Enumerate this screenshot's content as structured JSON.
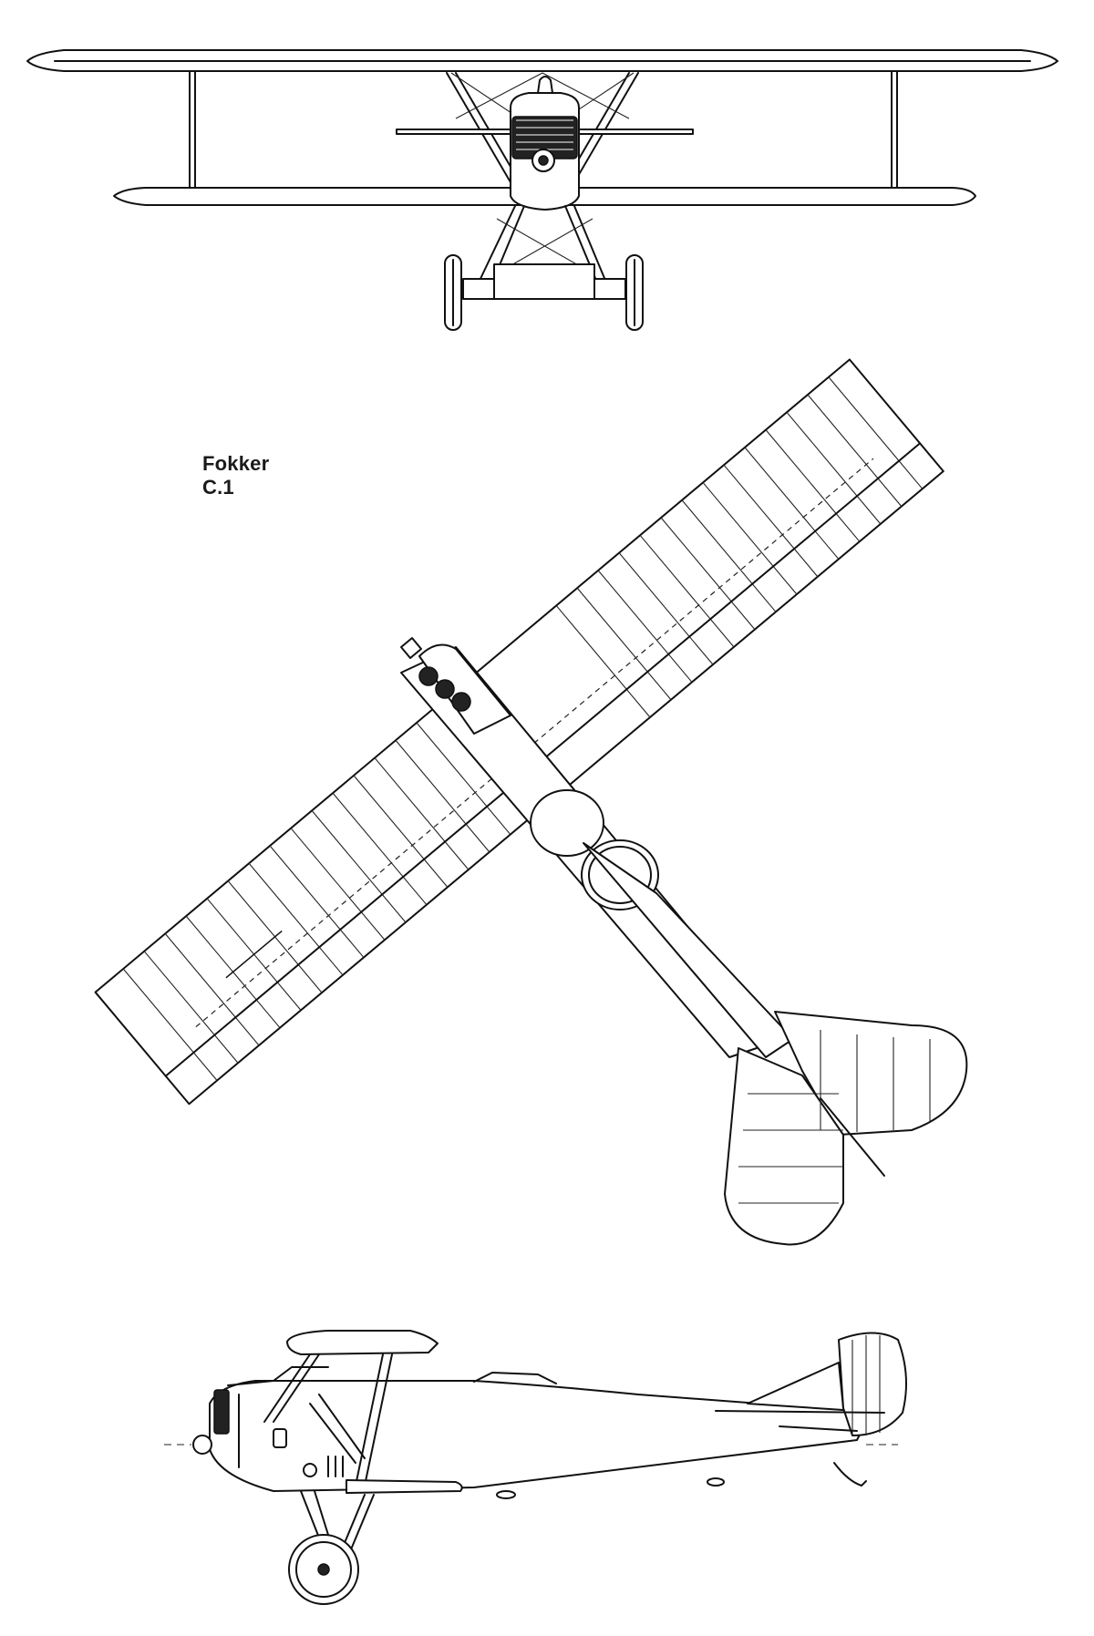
{
  "title": "Fokker C.1",
  "views": [
    "front-view",
    "top-view",
    "side-view"
  ]
}
